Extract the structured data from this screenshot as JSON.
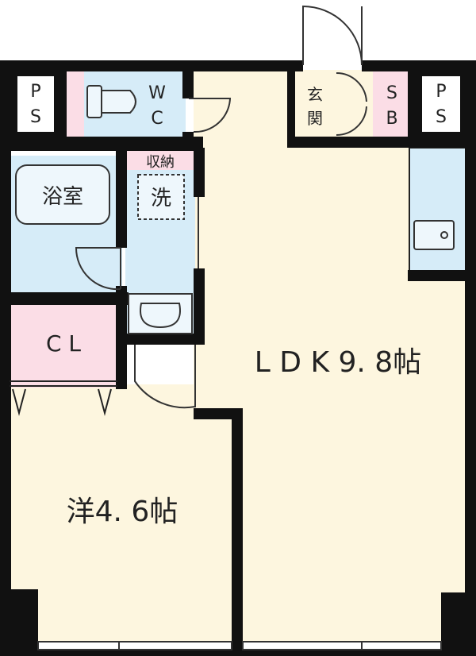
{
  "rooms": {
    "ps_left": [
      "P",
      "S"
    ],
    "wc": [
      "W",
      "C"
    ],
    "genkan": [
      "玄",
      "関"
    ],
    "sb": [
      "S",
      "B"
    ],
    "ps_right": [
      "P",
      "S"
    ],
    "bath": "浴室",
    "storage": "収納",
    "washer": "洗",
    "closet": "C L",
    "ldk": "L D K 9. 8帖",
    "western": "洋4. 6帖"
  },
  "colors": {
    "wall": "#111111",
    "floor": "#fdf6df",
    "wet_area": "#d6ecf8",
    "storage": "#fbdde6",
    "grey_fixture": "#cfd8dc"
  }
}
